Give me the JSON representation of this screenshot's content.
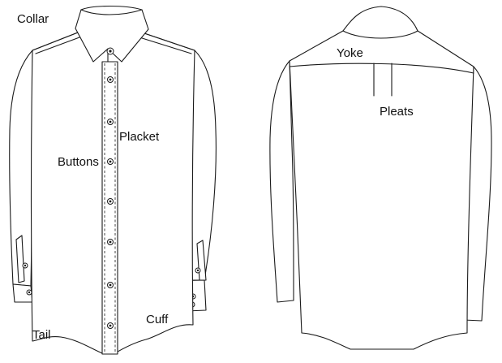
{
  "labels": {
    "collar": "Collar",
    "placket": "Placket",
    "buttons": "Buttons",
    "cuff": "Cuff",
    "tail": "Tail",
    "yoke": "Yoke",
    "pleats": "Pleats"
  },
  "views": [
    "front",
    "back"
  ],
  "colors": {
    "stroke": "#1a1a1a",
    "fill": "#ffffff"
  }
}
